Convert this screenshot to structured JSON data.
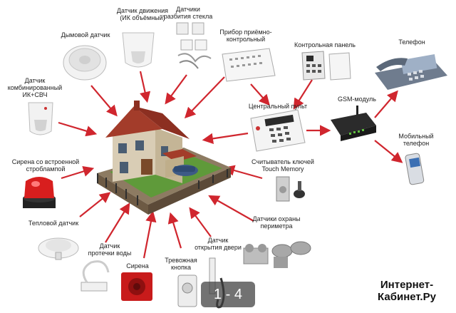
{
  "labels": {
    "smoke": "Дымовой датчик",
    "motion": "Датчик движения\n(ИК объёмный)",
    "glass": "Датчики\nразбития стекла",
    "panel_unit": "Прибор приёмно-\nконтрольный",
    "keypad": "Контрольная панель",
    "phone": "Телефон",
    "combo": "Датчик\nкомбинированный\nИК+СВЧ",
    "central": "Центральный пульт",
    "gsm": "GSM-модуль",
    "mobile": "Мобильный\nтелефон",
    "siren_strobe": "Сирена со встроенной\nстроблампой",
    "touch_reader": "Считыватель ключей\nTouch Memory",
    "heat": "Тепловой датчик",
    "perimeter": "Датчики охраны\nпериметра",
    "water": "Датчик\nпротечки воды",
    "siren": "Сирена",
    "panic": "Тревожная\nкнопка",
    "door": "Датчик\nоткрытия двери"
  },
  "pager": "1 - 4",
  "watermark": "Интернет-\nКабинет.Ру",
  "colors": {
    "arrow": "#d0262e",
    "roof": "#a33c2a",
    "lawn": "#5f9a3a"
  }
}
